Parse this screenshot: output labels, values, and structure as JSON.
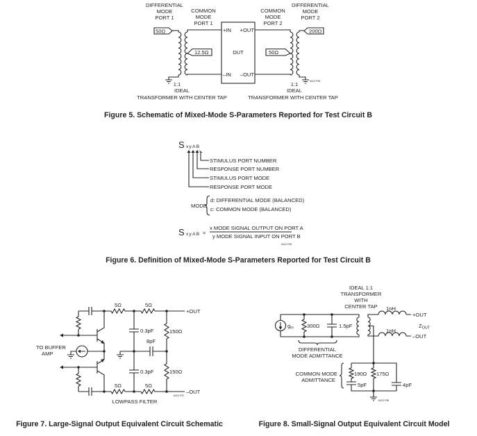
{
  "figure5": {
    "diff_port1": [
      "DIFFERENTIAL",
      "MODE",
      "PORT 1"
    ],
    "common_port1": [
      "COMMON",
      "MODE",
      "PORT 1"
    ],
    "common_port2": [
      "COMMON",
      "MODE",
      "PORT 2"
    ],
    "diff_port2": [
      "DIFFERENTIAL",
      "MODE",
      "PORT 2"
    ],
    "r_diff1": "50Ω",
    "r_common1": "12.5Ω",
    "r_common2": "50Ω",
    "r_diff2": "200Ω",
    "dut": "DUT",
    "pin_pos_in": "+IN",
    "pin_neg_in": "–IN",
    "pin_pos_out": "+OUT",
    "pin_neg_out": "–OUT",
    "ratio_left": "1:1",
    "ideal_left": "IDEAL",
    "xfmr_left": "TRANSFORMER WITH CENTER TAP",
    "ratio_right": "1:1",
    "ideal_right": "IDEAL",
    "xfmr_right": "TRANSFORMER WITH CENTER TAP",
    "fig_id": "6412 F05",
    "caption": "Figure 5. Schematic of Mixed-Mode S-Parameters Reported for Test Circuit B"
  },
  "figure6": {
    "symbol_s": "S",
    "symbol_sub": "xyAB",
    "stimulus_port_number": "STIMULUS PORT NUMBER",
    "response_port_number": "RESPONSE PORT NUMBER",
    "stimulus_port_mode": "STIMULUS PORT MODE",
    "response_port_mode": "RESPONSE PORT MODE",
    "mode_label": "MODE",
    "mode_d": "d: DIFFERENTIAL MODE (BALANCED)",
    "mode_c": "c: COMMON MODE (BALANCED)",
    "equals": "=",
    "numerator": "x MODE SIGNAL OUTPUT ON PORT A",
    "denominator": "y MODE SIGNAL INPUT ON PORT B",
    "fig_id": "6412 F06",
    "caption": "Figure 6. Definition of Mixed-Mode S-Parameters Reported for Test Circuit B"
  },
  "figure7": {
    "r_top1": "5Ω",
    "r_top2": "5Ω",
    "r_bot1": "5Ω",
    "r_bot2": "5Ω",
    "c_top": "0.3pF",
    "c_bot": "0.3pF",
    "c_mid": "8pF",
    "r_shunt_top": "150Ω",
    "r_shunt_bot": "150Ω",
    "pos_out": "+OUT",
    "neg_out": "–OUT",
    "buffer": [
      "TO BUFFER",
      "AMP"
    ],
    "filter": "LOWPASS FILTER",
    "fig_id": "6412 F07",
    "caption": "Figure 7. Large-Signal Output Equivalent Circuit Schematic"
  },
  "figure8": {
    "xfmr": [
      "IDEAL 1:1",
      "TRANSFORMER",
      "WITH",
      "CENTER TAP"
    ],
    "gm": "g",
    "gm_sub": "m",
    "r_diff": "300Ω",
    "c_diff": "1.5pF",
    "l_top": "1nH",
    "l_bot": "1nH",
    "pos_out": "+OUT",
    "neg_out": "–OUT",
    "zout": "Z",
    "zout_sub": "OUT",
    "diff_admittance": [
      "DIFFERENTIAL",
      "MODE ADMITTANCE"
    ],
    "common_admittance": [
      "COMMON MODE",
      "ADMITTANCE"
    ],
    "r_cm1": "190Ω",
    "r_cm2": "175Ω",
    "c_cm1": "5pF",
    "c_cm2": "4pF",
    "fig_id": "6412 F08",
    "caption": "Figure 8. Small-Signal Output Equivalent Circuit Model"
  }
}
